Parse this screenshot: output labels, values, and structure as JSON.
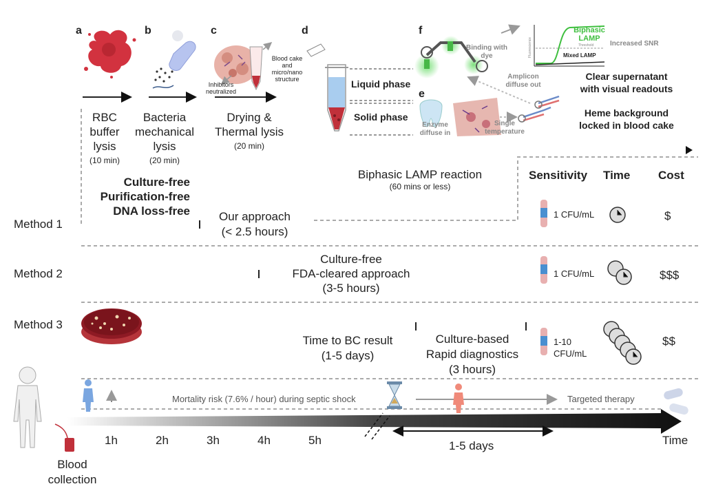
{
  "panels": {
    "a": "a",
    "b": "b",
    "c": "c",
    "d": "d",
    "e": "e",
    "f": "f"
  },
  "steps": {
    "rbc": [
      "RBC",
      "buffer",
      "lysis"
    ],
    "rbc_time": "(10 min)",
    "bact": [
      "Bacteria",
      "mechanical",
      "lysis"
    ],
    "bact_time": "(20 min)",
    "dry": [
      "Drying &",
      "Thermal lysis"
    ],
    "dry_time": "(20 min)"
  },
  "labels": {
    "inhibitors": [
      "Inhibitors",
      "neutralized"
    ],
    "blood_cake": [
      "Blood cake",
      "and",
      "micro/nano",
      "structure"
    ],
    "liquid_phase": "Liquid phase",
    "solid_phase": "Solid phase",
    "binding": [
      "Binding with",
      "dye"
    ],
    "amplicon": [
      "Amplicon",
      "diffuse out"
    ],
    "enzyme": [
      "Enzyme",
      "diffuse in"
    ],
    "single_temp": [
      "Single",
      "temperature"
    ],
    "biphasic_lamp": [
      "Biphasic",
      "LAMP"
    ],
    "mixed_lamp": "Mixed LAMP",
    "threshold": "Threshold",
    "fluorescence": "Fluorescence",
    "increased_snr": "Increased SNR",
    "clear_super": [
      "Clear supernatant",
      "with visual readouts"
    ],
    "heme": [
      "Heme background",
      "locked in blood cake"
    ]
  },
  "approach": {
    "features": [
      "Culture-free",
      "Purification-free",
      "DNA loss-free"
    ],
    "reaction": "Biphasic LAMP reaction",
    "reaction_time": "(60 mins or less)",
    "ours": [
      "Our approach",
      "(< 2.5 hours)"
    ]
  },
  "table_headers": {
    "sensitivity": "Sensitivity",
    "time": "Time",
    "cost": "Cost"
  },
  "methods": [
    {
      "name": "Method 1",
      "sensitivity": "1 CFU/mL",
      "cost": "$",
      "clocks": 1
    },
    {
      "name": "Method 2",
      "desc": [
        "Culture-free",
        "FDA-cleared approach",
        "(3-5 hours)"
      ],
      "sensitivity": "1 CFU/mL",
      "cost": "$$$",
      "clocks": 2
    },
    {
      "name": "Method 3",
      "desc_bc": [
        "Time to BC result",
        "(1-5 days)"
      ],
      "desc_rapid": [
        "Culture-based",
        "Rapid diagnostics",
        "(3 hours)"
      ],
      "sensitivity": [
        "1-10",
        "CFU/mL"
      ],
      "cost": "$$",
      "clocks": 5
    }
  ],
  "timeline": {
    "mortality": "Mortality risk (7.6% / hour) during septic shock",
    "targeted": "Targeted therapy",
    "hours": [
      "1h",
      "2h",
      "3h",
      "4h",
      "5h"
    ],
    "days": "1-5 days",
    "time": "Time",
    "blood": [
      "Blood",
      "collection"
    ]
  },
  "colors": {
    "blood": "#c0303a",
    "tube_blue": "#4a8fd0",
    "green": "#3fbf3f",
    "arrow": "#222222",
    "dash": "#aaaaaa"
  }
}
